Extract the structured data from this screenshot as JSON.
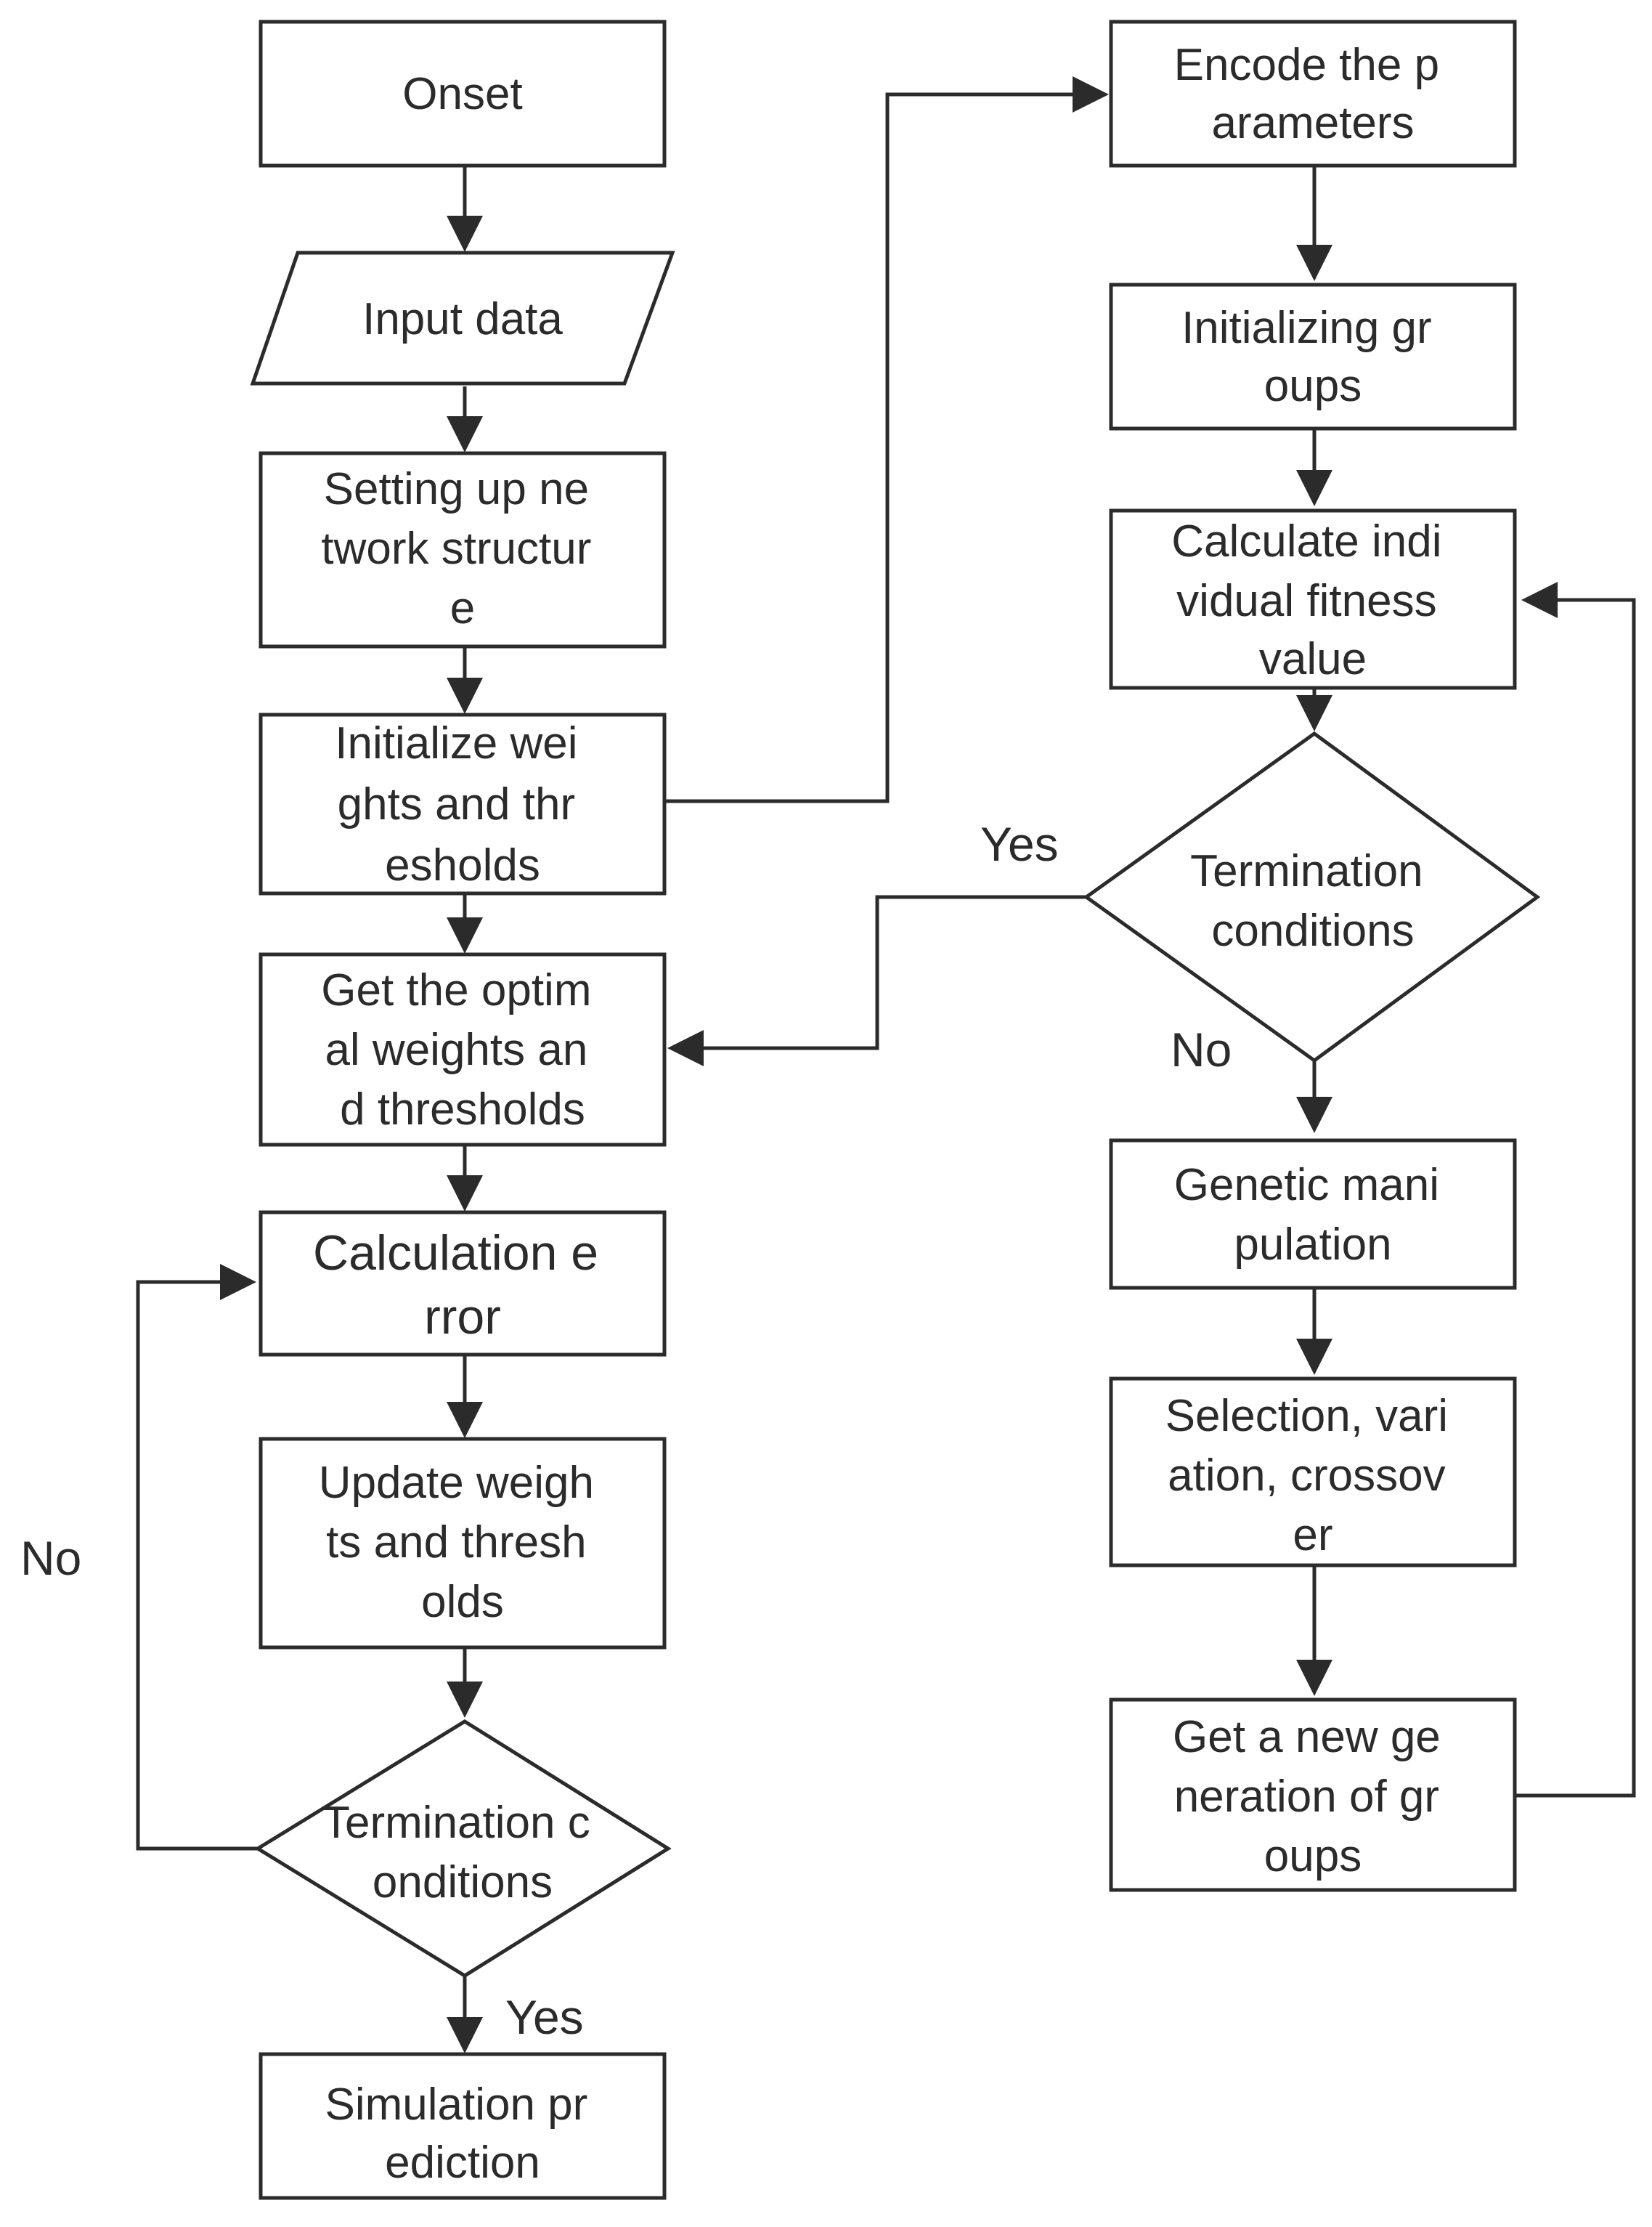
{
  "nodes": {
    "onset": [
      "Onset"
    ],
    "input_data": [
      "Input data"
    ],
    "setup_network": [
      "Setting up ne",
      "twork structur",
      "e"
    ],
    "init_weights": [
      "Initialize wei",
      "ghts and thr",
      "esholds"
    ],
    "optimal_weights": [
      "Get the optim",
      "al weights an",
      "d thresholds"
    ],
    "calc_error": [
      "Calculation e",
      "rror"
    ],
    "update_weights": [
      "Update weigh",
      "ts and thresh",
      "olds"
    ],
    "termination_left": [
      "Termination c",
      "onditions"
    ],
    "simulation": [
      "Simulation pr",
      "ediction"
    ],
    "encode": [
      "Encode the p",
      "arameters"
    ],
    "init_groups": [
      "Initializing gr",
      "oups"
    ],
    "fitness": [
      "Calculate indi",
      "vidual fitness",
      "value"
    ],
    "termination_right": [
      "Termination",
      "conditions"
    ],
    "genetic": [
      "Genetic mani",
      "pulation"
    ],
    "selection": [
      "Selection, vari",
      "ation, crossov",
      "er"
    ],
    "new_generation": [
      "Get a new ge",
      "neration of gr",
      "oups"
    ]
  },
  "labels": {
    "yes_right": "Yes",
    "no_right": "No",
    "no_left": "No",
    "yes_left": "Yes"
  },
  "colors": {
    "stroke": "#2b2b2b",
    "fill": "#ffffff",
    "background": "#ffffff"
  }
}
